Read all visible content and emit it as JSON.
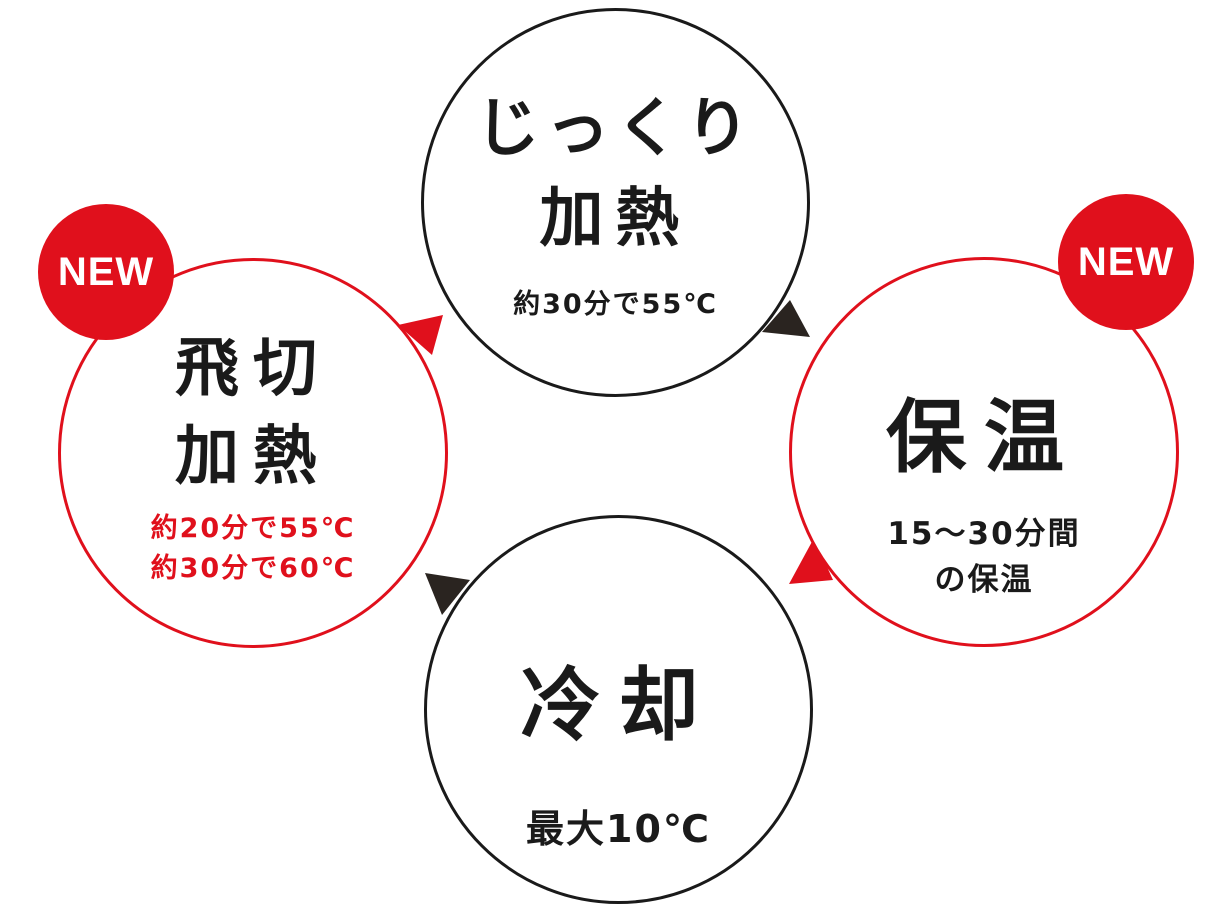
{
  "cycle": {
    "top": {
      "title_line1": "じっくり",
      "title_line2": "加熱",
      "detail": "約30分で55℃"
    },
    "left": {
      "badge": "NEW",
      "title_line1": "飛切",
      "title_line2": "加熱",
      "detail_line1": "約20分で55℃",
      "detail_line2": "約30分で60℃"
    },
    "right": {
      "badge": "NEW",
      "title": "保温",
      "detail_line1": "15〜30分間",
      "detail_line2": "の保温"
    },
    "bottom": {
      "title": "冷却",
      "detail": "最大10℃"
    }
  },
  "colors": {
    "accent_red": "#e0101c",
    "dark": "#1a1a1a"
  }
}
